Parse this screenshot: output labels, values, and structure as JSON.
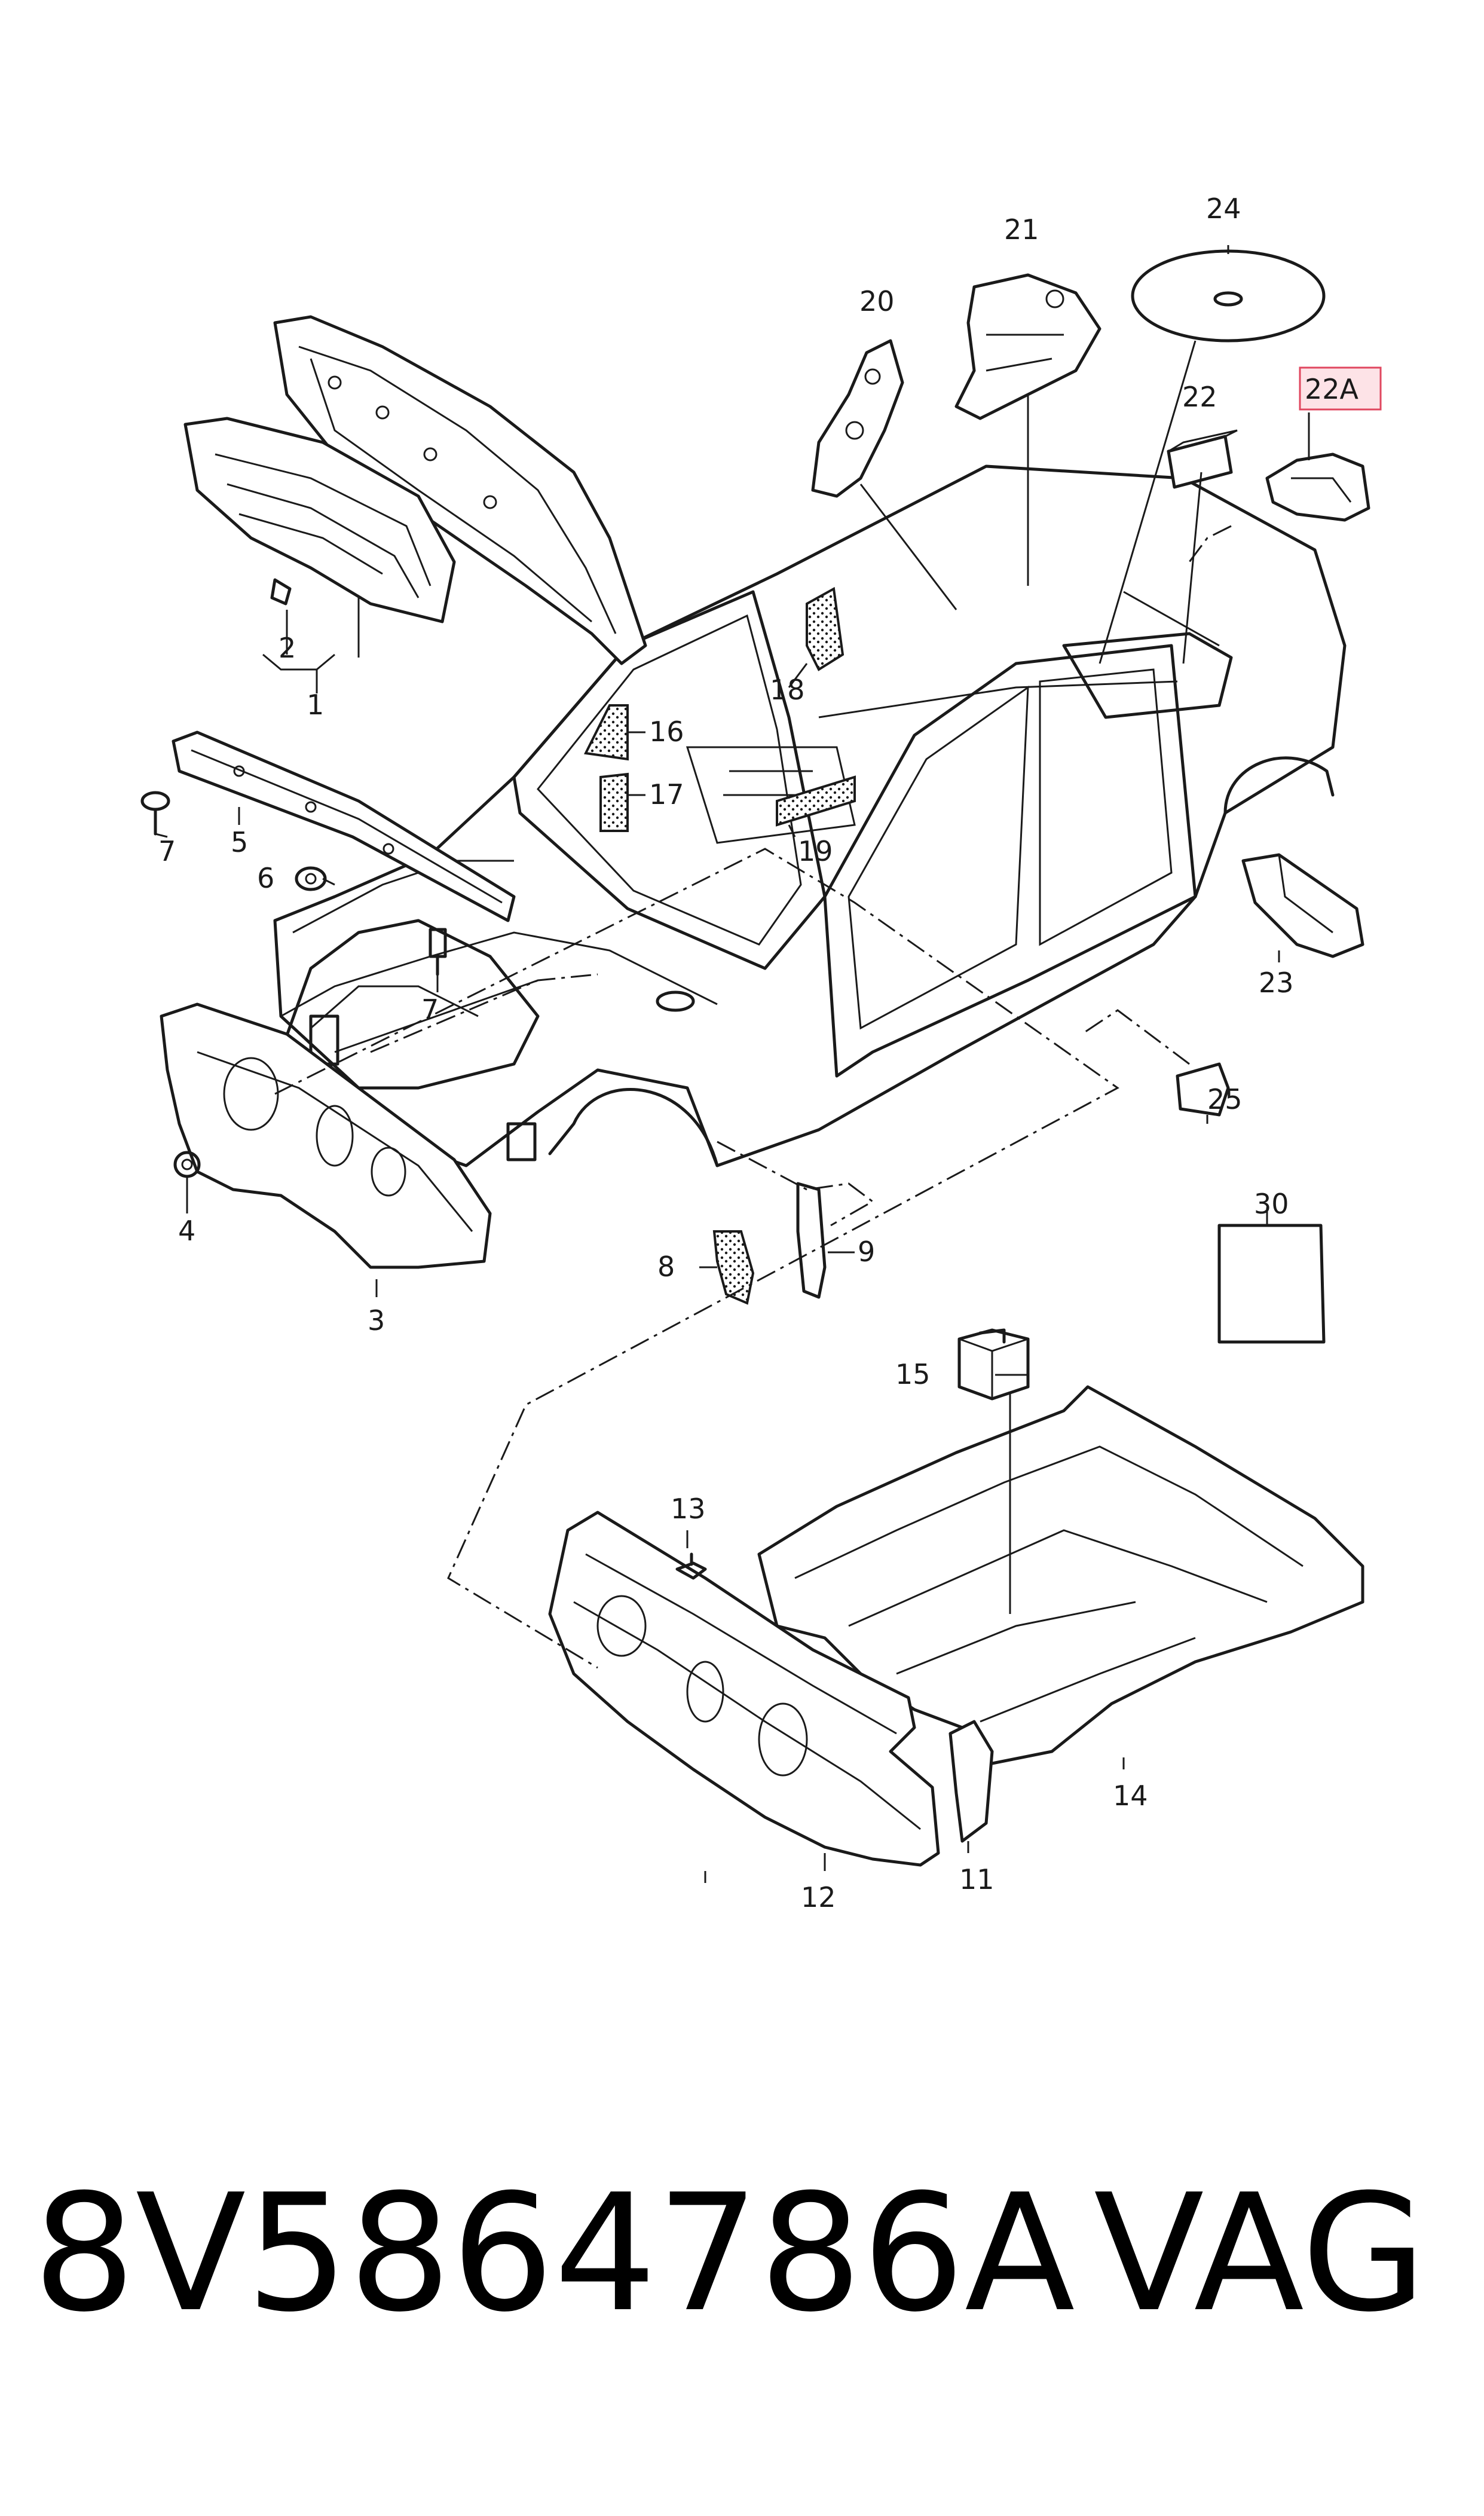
{
  "callouts": [
    "1",
    "2",
    "3",
    "4",
    "5",
    "6",
    "7",
    "7",
    "8",
    "9",
    "11",
    "12",
    "13",
    "14",
    "15",
    "16",
    "17",
    "18",
    "19",
    "20",
    "21",
    "22",
    "22A",
    "23",
    "24",
    "25",
    "30"
  ],
  "highlighted_callout": "22A",
  "highlight_color": "#e0475f",
  "footer": {
    "part_number": "8V5864786A",
    "brand": "VAG"
  }
}
